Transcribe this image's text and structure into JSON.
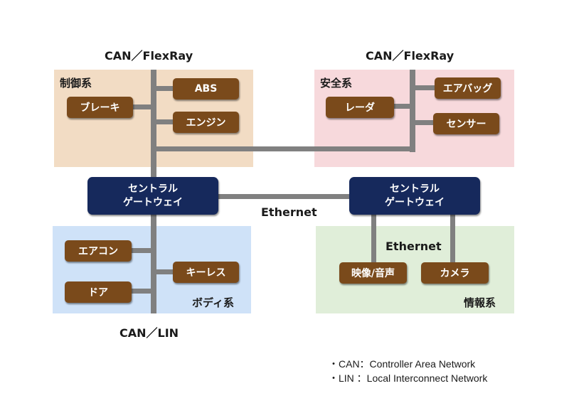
{
  "zones": {
    "control": {
      "title": "制御系",
      "color": "#f2dcc4"
    },
    "safety": {
      "title": "安全系",
      "color": "#f7d9dc"
    },
    "body": {
      "title": "ボディ系",
      "color": "#cfe2f8"
    },
    "info": {
      "title": "情報系",
      "color": "#e0eed9"
    }
  },
  "nodes": {
    "abs": "ABS",
    "brake": "ブレーキ",
    "engine": "エンジン",
    "airbag": "エアバッグ",
    "radar": "レーダ",
    "sensor": "センサー",
    "aircon": "エアコン",
    "keyless": "キーレス",
    "door": "ドア",
    "av": "映像/音声",
    "camera": "カメラ"
  },
  "gateways": {
    "left": {
      "line1": "セントラル",
      "line2": "ゲートウェイ"
    },
    "right": {
      "line1": "セントラル",
      "line2": "ゲートウェイ"
    }
  },
  "bus_labels": {
    "can_flexray_left": "CAN／FlexRay",
    "can_flexray_right": "CAN／FlexRay",
    "ethernet_backbone": "Ethernet",
    "ethernet_info": "Ethernet",
    "can_lin": "CAN／LIN"
  },
  "notes": [
    "・CAN：Controller Area Network",
    "・LIN ：Local Interconnect Network"
  ],
  "colors": {
    "node": "#7a4a1b",
    "gateway": "#16295c",
    "bus": "#808080"
  }
}
